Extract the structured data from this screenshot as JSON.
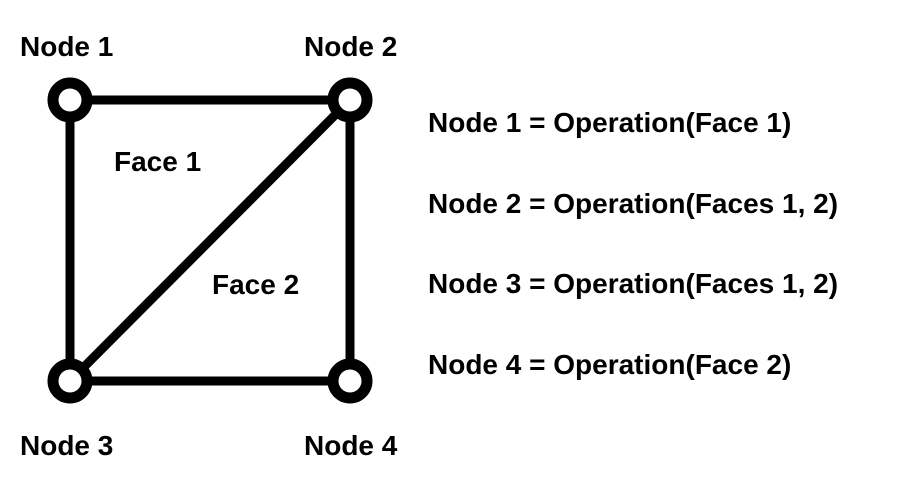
{
  "figure": {
    "background_color": "#ffffff",
    "stroke_color": "#000000",
    "text_color": "#000000"
  },
  "graph": {
    "nodes": [
      {
        "label": "Node 1"
      },
      {
        "label": "Node 2"
      },
      {
        "label": "Node 3"
      },
      {
        "label": "Node 4"
      }
    ],
    "faces": [
      {
        "label": "Face 1"
      },
      {
        "label": "Face 2"
      }
    ],
    "edges": [
      "node1-node2",
      "node1-node3",
      "node2-node4",
      "node3-node4",
      "node2-node3"
    ]
  },
  "equations": [
    "Node 1 = Operation(Face 1)",
    "Node 2 = Operation(Faces 1, 2)",
    "Node 3 = Operation(Faces 1, 2)",
    "Node 4 = Operation(Face 2)"
  ]
}
